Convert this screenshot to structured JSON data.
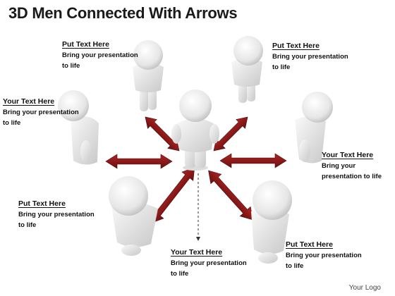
{
  "title": "3D Men Connected With Arrows",
  "logo": "Your Logo",
  "colors": {
    "arrow": "#8e1a1a",
    "arrow_dark": "#5c0d0d",
    "figure": "#eeeeee"
  },
  "labels": [
    {
      "id": "top-left",
      "heading": "Put Text Here",
      "body": "Bring your presentation to life"
    },
    {
      "id": "top-right",
      "heading": "Put Text Here",
      "body": "Bring your presentation to life"
    },
    {
      "id": "mid-left",
      "heading": "Your Text Here",
      "body": "Bring your presentation to life"
    },
    {
      "id": "mid-right",
      "heading": "Your Text Here",
      "body": "Bring your presentation to life"
    },
    {
      "id": "low-left",
      "heading": "Put Text Here",
      "body": "Bring your presentation to life"
    },
    {
      "id": "bottom-center",
      "heading": "Your Text Here",
      "body": "Bring your presentation to life"
    },
    {
      "id": "low-right",
      "heading": "Put Text Here",
      "body": "Bring your presentation to life"
    }
  ]
}
